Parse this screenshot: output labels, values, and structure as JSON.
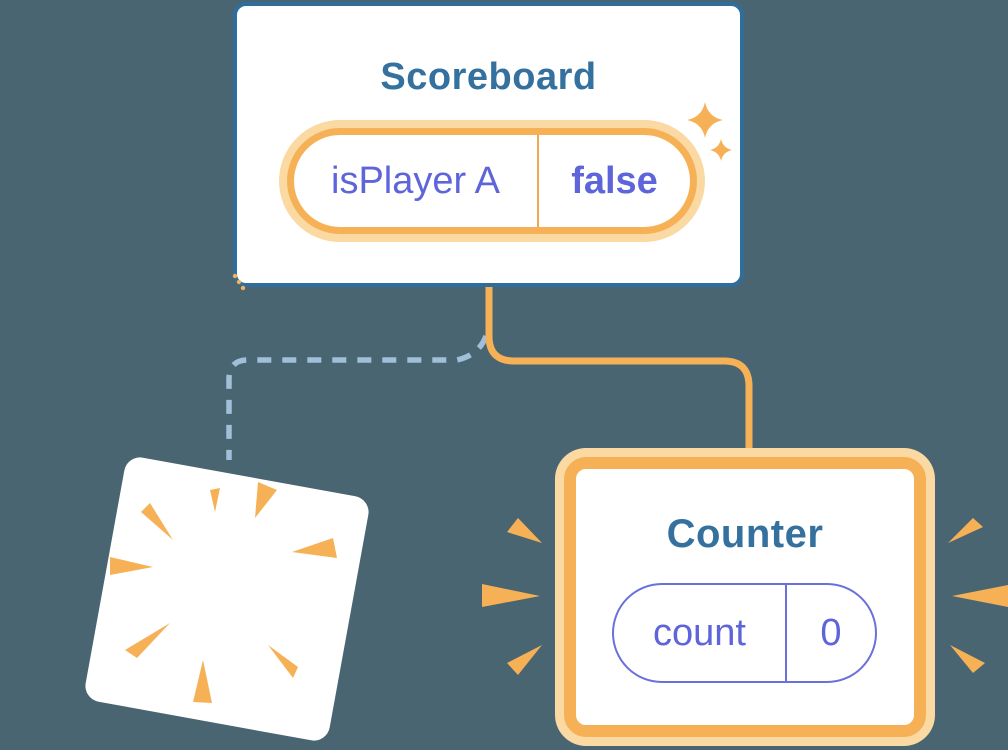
{
  "scoreboard": {
    "title": "Scoreboard",
    "state": {
      "name": "isPlayer A",
      "value": "false"
    }
  },
  "counter": {
    "title": "Counter",
    "state": {
      "name": "count",
      "value": "0"
    }
  },
  "colors": {
    "background": "#4A6572",
    "scoreboard_border": "#2E6D9C",
    "title_text": "#35719E",
    "orange": "#F6B156",
    "orange_glow": "#FBD9A3",
    "state_text": "#5E65DB",
    "counter_pill_border": "#6A70DC",
    "dashed_connector": "#A0BFD8"
  },
  "icons": {
    "sparkles": "sparkles-icon",
    "destroyed_burst": "poof-burst-icon",
    "emphasis_left": "burst-left-icon",
    "emphasis_right": "burst-right-icon",
    "sparkle_dust": "sparkle-dust-icon"
  }
}
